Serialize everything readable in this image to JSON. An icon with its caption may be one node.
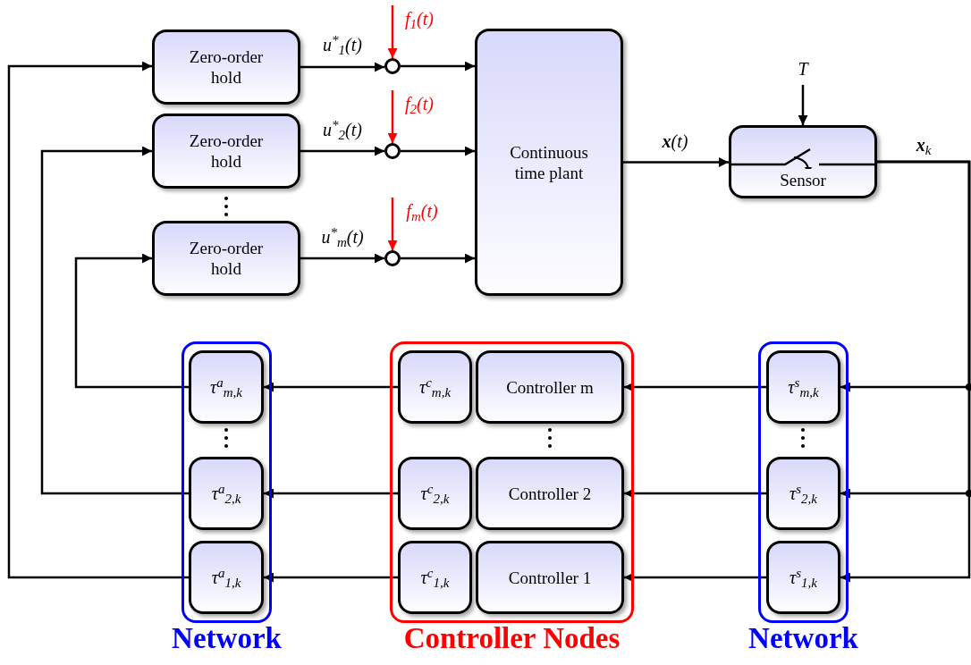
{
  "diagram": {
    "nodes": [
      {
        "text": [
          "Zero-order hold"
        ]
      },
      {
        "text": [
          "Zero-order hold"
        ]
      },
      {
        "text": [
          "Zero-order hold"
        ]
      },
      {
        "text": [],
        "shape": "circle"
      },
      {
        "text": [],
        "shape": "circle"
      },
      {
        "text": [],
        "shape": "circle"
      },
      {
        "text": [
          "Continuous time plant"
        ]
      },
      {
        "text": [
          "Sensor"
        ]
      },
      {
        "text": [
          "Network"
        ]
      },
      {
        "text": [
          "τ$^{a}$$_{m,k}$"
        ],
        "in": 8
      },
      {
        "text": [
          "τ$^{a}$$_{2,k}$"
        ],
        "in": 8
      },
      {
        "text": [
          "τ$^{a}$$_{1,k}$"
        ],
        "in": 8
      },
      {
        "text": [
          "Controller Nodes"
        ]
      },
      {
        "text": [
          "τ$^{c}$$_{m,k}$"
        ],
        "in": 12
      },
      {
        "text": [
          "Controller m"
        ],
        "in": 12
      },
      {
        "text": [
          "τ$^{c}$$_{2,k}$"
        ],
        "in": 12
      },
      {
        "text": [
          "Controller 2"
        ],
        "in": 12
      },
      {
        "text": [
          "τ$^{c}$$_{1,k}$"
        ],
        "in": 12
      },
      {
        "text": [
          "Controller 1"
        ],
        "in": 12
      },
      {
        "text": [
          "Network"
        ]
      },
      {
        "text": [
          "τ$^{s}$$_{m,k}$"
        ],
        "in": 19
      },
      {
        "text": [
          "τ$^{s}$$_{2,k}$"
        ],
        "in": 19
      },
      {
        "text": [
          "τ$^{s}$$_{1,k}$"
        ],
        "in": 19
      }
    ],
    "edges": [
      {
        "from": 0,
        "to": 3,
        "arrow": "to",
        "label": "u$^{*}$$_{1}$(t)"
      },
      {
        "from": 3,
        "to": 6,
        "arrow": "to"
      },
      {
        "from": 1,
        "to": 4,
        "arrow": "to",
        "label": "u$^{*}$$_{2}$(t)"
      },
      {
        "from": 4,
        "to": 6,
        "arrow": "to"
      },
      {
        "from": 2,
        "to": 5,
        "arrow": "to",
        "label": "u$^{*}$$_{m}$(t)"
      },
      {
        "from": 5,
        "to": 6,
        "arrow": "to"
      },
      {
        "from": null,
        "to": 3,
        "arrow": "to",
        "label": "f$_{1}$(t)",
        "color": "#ff0000"
      },
      {
        "from": null,
        "to": 4,
        "arrow": "to",
        "label": "f$_{2}$(t)",
        "color": "#ff0000"
      },
      {
        "from": null,
        "to": 5,
        "arrow": "to",
        "label": "f$_{m}$(t)",
        "color": "#ff0000"
      },
      {
        "from": 6,
        "to": 7,
        "arrow": "to",
        "label": "**x**(t)"
      },
      {
        "from": null,
        "to": 7,
        "arrow": "to",
        "label": "T"
      },
      {
        "from": 7,
        "to": 20,
        "arrow": "to",
        "label": "**x**$_{k}$"
      },
      {
        "from": 7,
        "to": 21,
        "arrow": "to"
      },
      {
        "from": 7,
        "to": 22,
        "arrow": "to"
      },
      {
        "from": 20,
        "to": 14,
        "arrow": "to"
      },
      {
        "from": 21,
        "to": 16,
        "arrow": "to"
      },
      {
        "from": 22,
        "to": 18,
        "arrow": "to"
      },
      {
        "from": 13,
        "to": 9,
        "arrow": "to"
      },
      {
        "from": 15,
        "to": 10,
        "arrow": "to"
      },
      {
        "from": 17,
        "to": 11,
        "arrow": "to"
      },
      {
        "from": 9,
        "to": 2,
        "arrow": "to"
      },
      {
        "from": 10,
        "to": 1,
        "arrow": "to"
      },
      {
        "from": 11,
        "to": 0,
        "arrow": "to"
      }
    ]
  }
}
